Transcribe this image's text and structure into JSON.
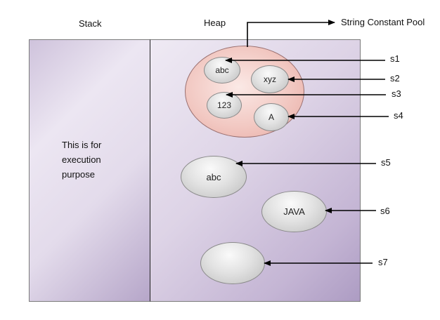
{
  "labels": {
    "stack": "Stack",
    "heap": "Heap",
    "pool": "String Constant Pool"
  },
  "stack_note": [
    "This is for",
    "execution",
    "purpose"
  ],
  "pool_objects": [
    {
      "id": "abc",
      "text": "abc"
    },
    {
      "id": "xyz",
      "text": "xyz"
    },
    {
      "id": "123",
      "text": "123"
    },
    {
      "id": "A",
      "text": "A"
    }
  ],
  "heap_objects": [
    {
      "id": "abc",
      "text": "abc"
    },
    {
      "id": "java",
      "text": "JAVA"
    },
    {
      "id": "empty",
      "text": ""
    }
  ],
  "references": [
    "s1",
    "s2",
    "s3",
    "s4",
    "s5",
    "s6",
    "s7"
  ],
  "colors": {
    "stack_fill": "#e3dbeb",
    "heap_fill": "#ddd3e6",
    "pool_fill": "#f2c9c3",
    "object_fill": "#e2e2e2",
    "arrow": "#000000"
  }
}
